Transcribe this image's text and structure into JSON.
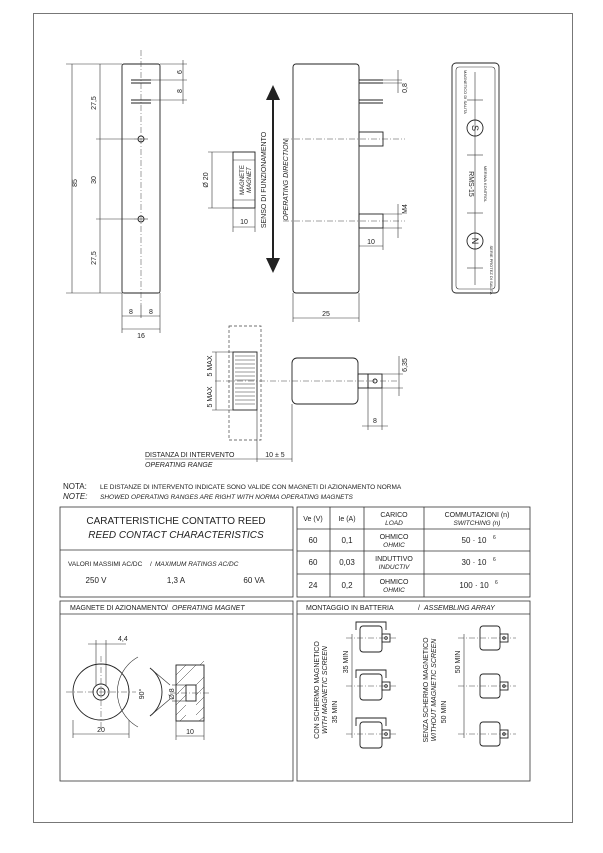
{
  "drawing": {
    "dims": {
      "d85": "85",
      "d27_5_top": "27,5",
      "d30": "30",
      "d27_5_bot": "27,5",
      "d6": "6",
      "d8_top": "8",
      "d8_left": "8",
      "d8_right": "8",
      "d16": "16",
      "d0_8": "0,8",
      "dM4": "M4",
      "d10_side": "10",
      "d25": "25",
      "d20": "Ø 20",
      "d10_magnet": "10",
      "d6_35": "6,35",
      "d8_bottom": "8",
      "d5max_a": "5 MAX",
      "d5max_b": "5 MAX",
      "range_value": "10 ± 5"
    },
    "direction_it": "SENSO DI FUNZIONAMENTO",
    "direction_en": "OPERATING DIRECTION",
    "magnet_it": "MAGNETE",
    "magnet_en": "MAGNET",
    "range_it": "DISTANZA DI INTERVENTO",
    "range_en": "OPERATING RANGE",
    "label": {
      "top_code": "MAGNETICO DI SALITA",
      "model": "RMS-15",
      "brand": "MERIWA KONTROL",
      "bottom_code": "SERIE PROTEZ DI SALITA",
      "pole_s": "S",
      "pole_n": "N"
    }
  },
  "note": {
    "it_label": "NOTA:",
    "it_text": "LE DISTANZE DI INTERVENTO INDICATE SONO VALIDE CON MAGNETI DI AZIONAMENTO NORMA",
    "en_label": "NOTE:",
    "en_text": "SHOWED OPERATING RANGES ARE RIGHT WITH NORMA OPERATING MAGNETS"
  },
  "reed": {
    "title_it": "CARATTERISTICHE CONTATTO REED",
    "title_en": "REED CONTACT CHARACTERISTICS",
    "ratings_it": "VALORI MASSIMI AC/DC",
    "ratings_en": "MAXIMUM RATINGS AC/DC",
    "v": "250 V",
    "a": "1,3 A",
    "va": "60 VA"
  },
  "table": {
    "headers": [
      "Ve (V)",
      "Ie (A)",
      "CARICO",
      "COMMUTAZIONI (n)"
    ],
    "headers_en": [
      "",
      "",
      "LOAD",
      "SWITCHING (n)"
    ],
    "rows": [
      {
        "ve": "60",
        "ie": "0,1",
        "load_it": "OHMICO",
        "load_en": "OHMIC",
        "sw": "50 · 10",
        "exp": "6"
      },
      {
        "ve": "60",
        "ie": "0,03",
        "load_it": "INDUTTIVO",
        "load_en": "INDUCTIV",
        "sw": "30 · 10",
        "exp": "6"
      },
      {
        "ve": "24",
        "ie": "0,2",
        "load_it": "OHMICO",
        "load_en": "OHMIC",
        "sw": "100 · 10",
        "exp": "6"
      }
    ]
  },
  "magnet_panel": {
    "title_it": "MAGNETE DI AZIONAMENTO",
    "title_en": "OPERATING MAGNET",
    "d4_4": "4,4",
    "d20": "20",
    "d90": "90°",
    "d8": "Ø 8",
    "d10": "10"
  },
  "assembly_panel": {
    "title_it": "MONTAGGIO IN BATTERIA",
    "title_en": "ASSEMBLING ARRAY",
    "with_it": "CON SCHERMO MAGNETICO",
    "with_en": "WITH MAGNETIC SCREEN",
    "with_dim": "35 MIN",
    "with_dim2": "35 MIN",
    "without_it": "SENZA SCHERMO MAGNETICO",
    "without_en": "WITHOUT MAGNETIC SCREEN",
    "without_dim": "50 MIN",
    "without_dim2": "50 MIN"
  }
}
